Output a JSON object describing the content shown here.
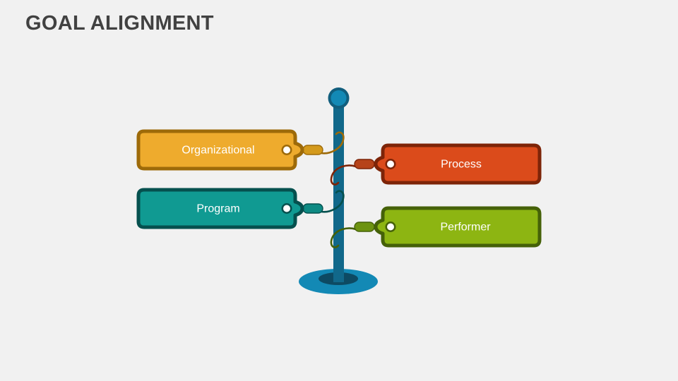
{
  "slide": {
    "title": "GOAL ALIGNMENT",
    "background_color": "#f1f1f1",
    "title_color": "#414141"
  },
  "pole": {
    "name": "coat-rack-pole",
    "shaft_color": "#11688a",
    "knob_fill_color": "#1389b5",
    "knob_ring_color": "#115e7d",
    "base_color": "#1389b5",
    "base_inner_color": "#0d4a63"
  },
  "tags": [
    {
      "id": "organizational",
      "label": "Organizational",
      "side": "left",
      "fill_color": "#eeab2d",
      "border_color": "#9d6a09",
      "string_color": "#9d6a09",
      "bead_color": "#d49a1c",
      "text_color": "#ffffff"
    },
    {
      "id": "process",
      "label": "Process",
      "side": "right",
      "fill_color": "#db4b1b",
      "border_color": "#7d2408",
      "string_color": "#7d2408",
      "bead_color": "#b6431a",
      "text_color": "#ffffff"
    },
    {
      "id": "program",
      "label": "Program",
      "side": "left",
      "fill_color": "#109a92",
      "border_color": "#05504e",
      "string_color": "#05504e",
      "bead_color": "#0e8a83",
      "text_color": "#ffffff"
    },
    {
      "id": "performer",
      "label": "Performer",
      "side": "right",
      "fill_color": "#8db512",
      "border_color": "#456108",
      "string_color": "#456108",
      "bead_color": "#6d9310",
      "text_color": "#ffffff"
    }
  ]
}
